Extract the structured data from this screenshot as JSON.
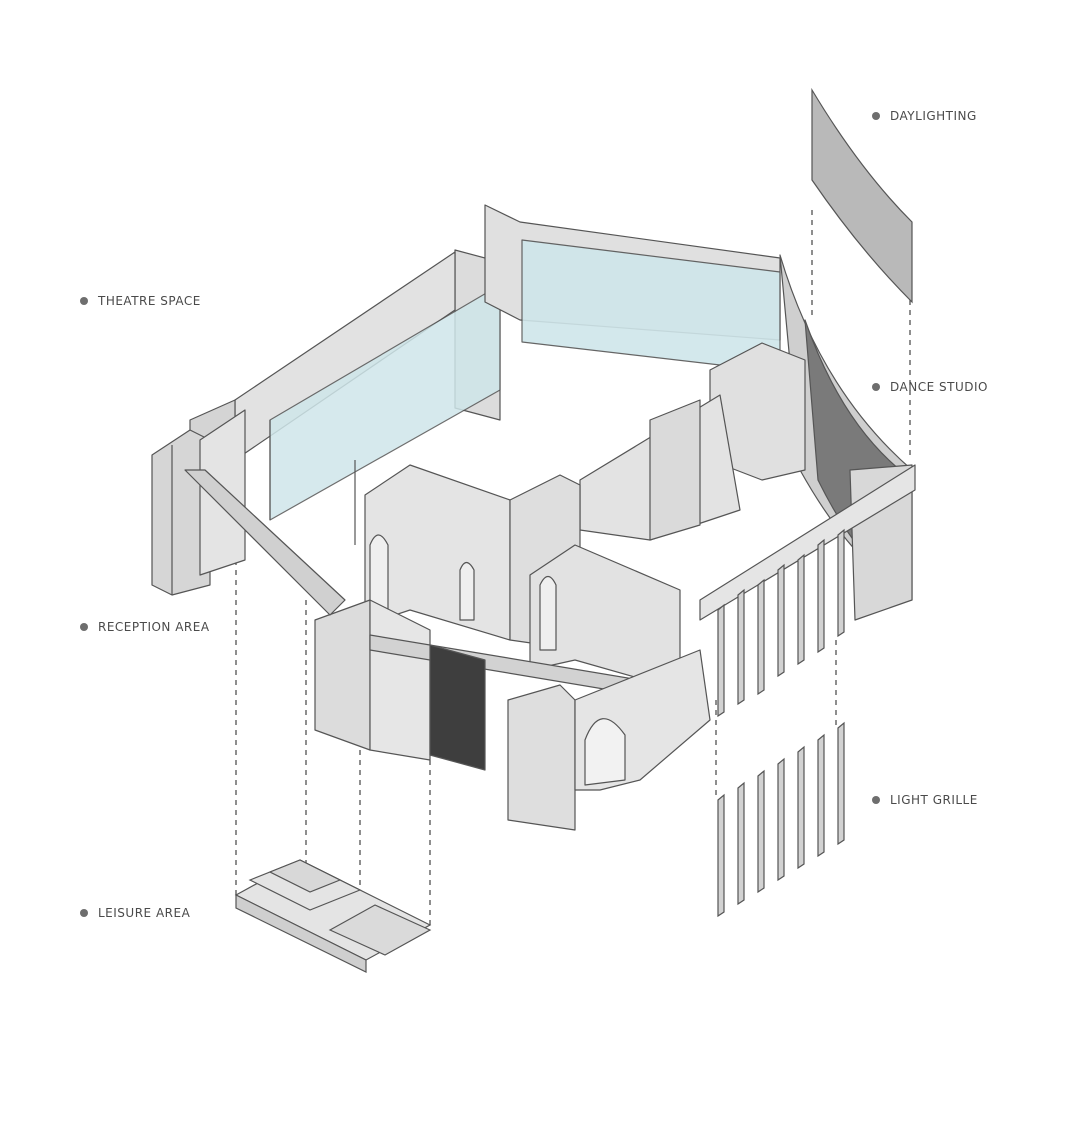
{
  "labels": {
    "theatre_space": "THEATRE SPACE",
    "reception_area": "RECEPTION AREA",
    "leisure_area": "LEISURE AREA",
    "daylighting": "DAYLIGHTING",
    "dance_studio": "DANCE STUDIO",
    "light_grille": "LIGHT GRILLE"
  },
  "colors": {
    "wall_fill": "#d9d9d9",
    "wall_stroke": "#555555",
    "glass": "#cfe6ea",
    "dark_panel": "#6f6f6f",
    "dash": "#444444",
    "bullet": "#6e6e6e"
  }
}
